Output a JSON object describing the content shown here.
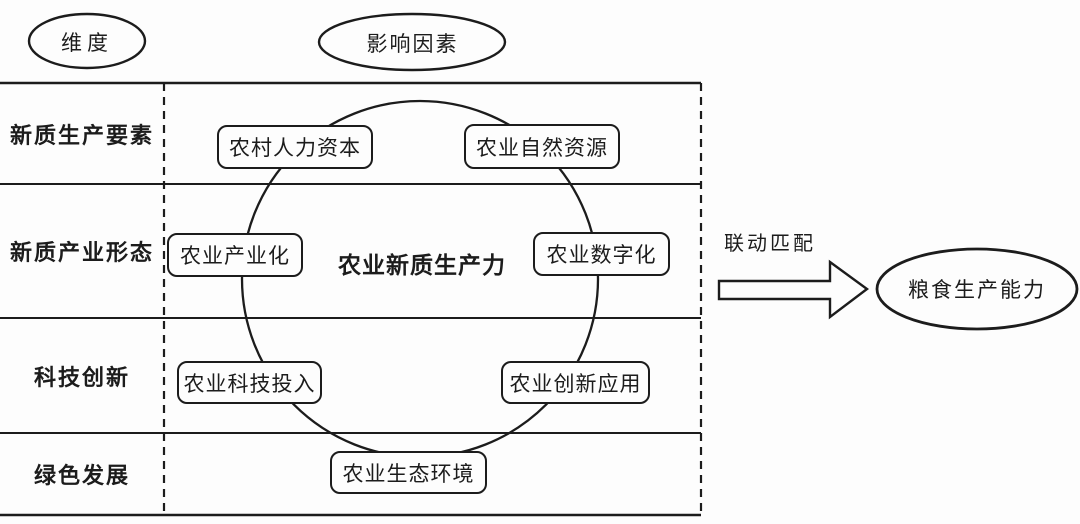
{
  "colors": {
    "ink": "#1c1c1c",
    "background": "#fdfdfd"
  },
  "header": {
    "dimension_label": "维度",
    "factors_label": "影响因素"
  },
  "dimension_rows": [
    {
      "label": "新质生产要素"
    },
    {
      "label": "新质产业形态"
    },
    {
      "label": "科技创新"
    },
    {
      "label": "绿色发展"
    }
  ],
  "core": {
    "title": "农业新质生产力"
  },
  "factor_boxes": [
    {
      "label": "农村人力资本"
    },
    {
      "label": "农业自然资源"
    },
    {
      "label": "农业产业化"
    },
    {
      "label": "农业数字化"
    },
    {
      "label": "农业科技投入"
    },
    {
      "label": "农业创新应用"
    },
    {
      "label": "农业生态环境"
    }
  ],
  "linkage": {
    "arrow_label": "联动匹配",
    "result_label": "粮食生产能力"
  }
}
